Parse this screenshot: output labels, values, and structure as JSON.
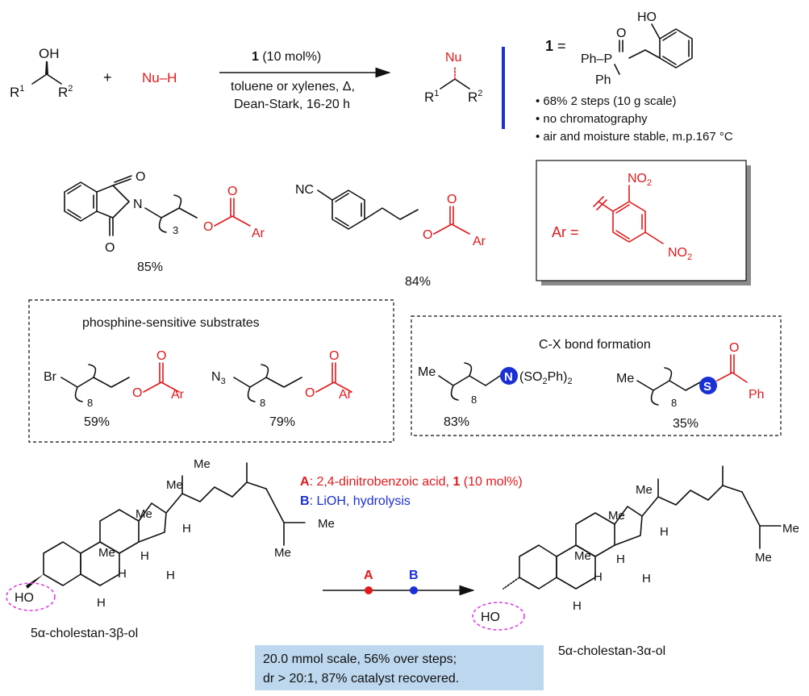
{
  "scheme": {
    "reactant": {
      "oh": "OH",
      "r1": "R",
      "r1_sup": "1",
      "r2": "R",
      "r2_sup": "2"
    },
    "plus": "+",
    "nucleophile": "Nu–H",
    "conditions": {
      "catalyst_num": "1",
      "catalyst_loading": " (10 mol%)",
      "line1": "toluene or xylenes, Δ,",
      "line2": "Dean-Stark, 16-20 h"
    },
    "product": {
      "nu": "Nu",
      "r1": "R",
      "r1_sup": "1",
      "r2": "R",
      "r2_sup": "2"
    }
  },
  "catalyst": {
    "label": "1",
    "equals": " =",
    "ho": "HO",
    "o": "O",
    "ph_p": "Ph–P",
    "ph": "Ph",
    "bullets": [
      "• 68% 2 steps (10 g scale)",
      "• no chromatography",
      "• air and moisture stable, m.p.167 °C"
    ]
  },
  "ar_box": {
    "label": "Ar =",
    "no2_top": "NO",
    "no2_bottom": "NO",
    "sub": "2"
  },
  "products_top": [
    {
      "o1": "O",
      "o2": "O",
      "n": "N",
      "count": "3",
      "ester_o": "O",
      "carbonyl_o": "O",
      "ar": "Ar",
      "yield": "85%"
    },
    {
      "nc": "NC",
      "ester_o": "O",
      "carbonyl_o": "O",
      "ar": "Ar",
      "yield": "84%"
    }
  ],
  "phosphine_box": {
    "title": "phosphine-sensitive substrates",
    "items": [
      {
        "prefix": "Br",
        "count": "8",
        "ester_o": "O",
        "carbonyl_o": "O",
        "ar": "Ar",
        "yield": "59%"
      },
      {
        "prefix": "N",
        "prefix_sub": "3",
        "count": "8",
        "ester_o": "O",
        "carbonyl_o": "O",
        "ar": "Ar",
        "yield": "79%"
      }
    ]
  },
  "cx_box": {
    "title": "C-X bond formation",
    "items": [
      {
        "me": "Me",
        "count": "8",
        "atom": "N",
        "group": "(SO",
        "group_sub": "2",
        "group_end": "Ph)",
        "group_sub2": "2",
        "yield": "83%"
      },
      {
        "me": "Me",
        "count": "8",
        "atom": "S",
        "carbonyl_o": "O",
        "ph": "Ph",
        "yield": "35%"
      }
    ]
  },
  "steroid": {
    "step_a_label": "A",
    "step_a_text": ": 2,4-dinitrobenzoic acid, ",
    "step_a_cat": "1",
    "step_a_end": " (10 mol%)",
    "step_b_label": "B",
    "step_b_text": ": LiOH, hydrolysis",
    "arrow_a": "A",
    "arrow_b": "B",
    "left_name": "5α-cholestan-3β-ol",
    "right_name": "5α-cholestan-3α-ol",
    "me": "Me",
    "h": "H",
    "ho": "HO",
    "summary_line1": "20.0 mmol scale, 56% over steps;",
    "summary_line2": "dr > 20:1, 87% catalyst recovered."
  },
  "colors": {
    "red": "#e0191b",
    "blue": "#1a2fd6",
    "summary_bg": "#bdd7ee",
    "ellipse": "#e040e0"
  }
}
